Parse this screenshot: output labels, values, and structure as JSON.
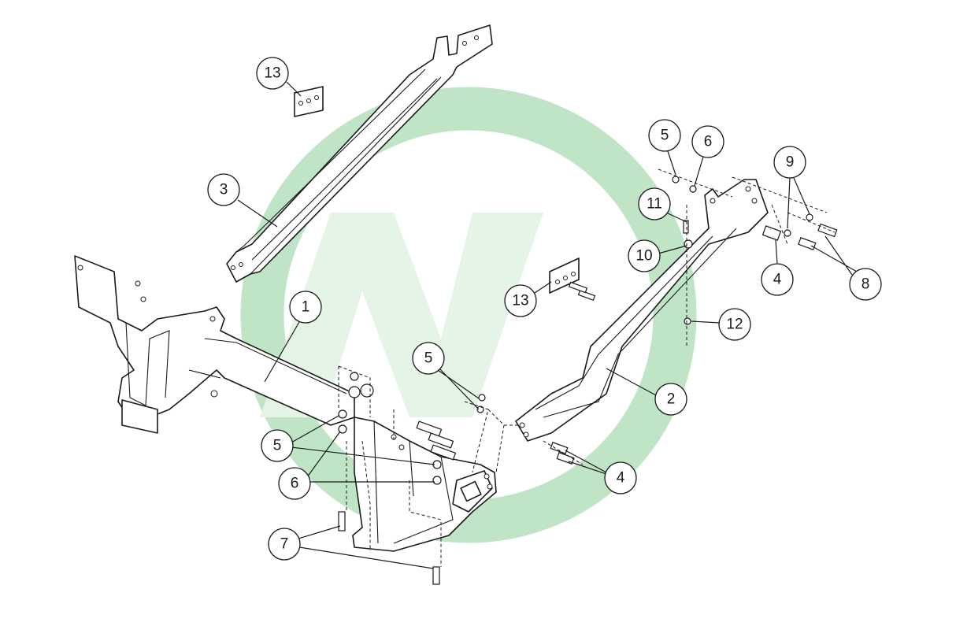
{
  "watermark": {
    "ring_color": "#a9dcb3",
    "letter_color": "#e4f4e7",
    "logo_letter": "N"
  },
  "callouts": [
    {
      "label": "13"
    },
    {
      "label": "3"
    },
    {
      "label": "1"
    },
    {
      "label": "5"
    },
    {
      "label": "6"
    },
    {
      "label": "9"
    },
    {
      "label": "11"
    },
    {
      "label": "10"
    },
    {
      "label": "4"
    },
    {
      "label": "8"
    },
    {
      "label": "13"
    },
    {
      "label": "12"
    },
    {
      "label": "5"
    },
    {
      "label": "2"
    },
    {
      "label": "5"
    },
    {
      "label": "6"
    },
    {
      "label": "4"
    },
    {
      "label": "7"
    }
  ]
}
